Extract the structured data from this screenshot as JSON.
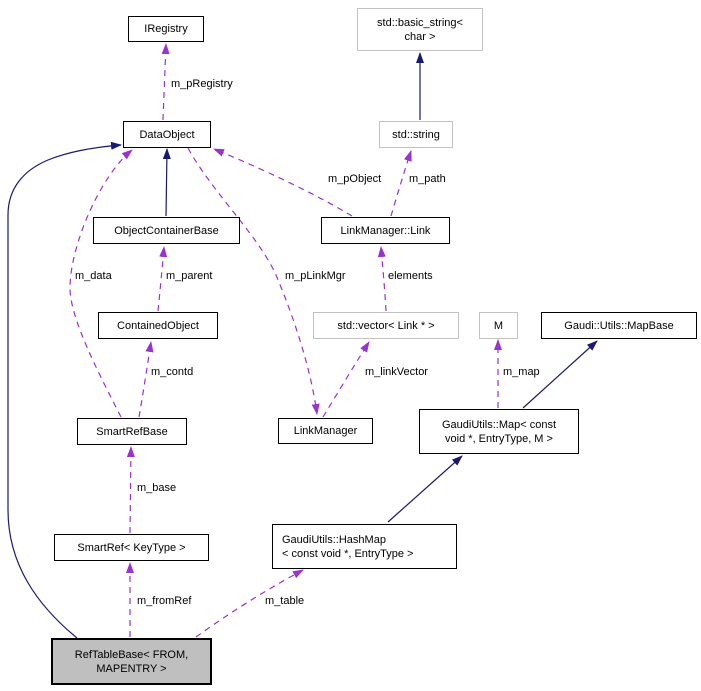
{
  "diagram": {
    "kind": "collaboration-graph",
    "highlighted_node": "RefTableBase< FROM, MAPENTRY >"
  },
  "colors": {
    "background": "#ffffff",
    "inheritance_edge": "#191970",
    "dependency_edge": "#9a32cd",
    "node_border": "#000000",
    "external_node_border": "#c2c2c2",
    "node_fill": "#ffffff",
    "highlighted_node_fill": "#bfbfbf",
    "text": "#000000"
  },
  "nodes": [
    {
      "id": "iregistry",
      "label": "IRegistry",
      "kind": "class"
    },
    {
      "id": "std-basic-string",
      "label": "std::basic_string<\nchar >",
      "kind": "external"
    },
    {
      "id": "dataobject",
      "label": "DataObject",
      "kind": "class"
    },
    {
      "id": "std-string",
      "label": "std::string",
      "kind": "external"
    },
    {
      "id": "objectcontainerbase",
      "label": "ObjectContainerBase",
      "kind": "class"
    },
    {
      "id": "linkmanager-link",
      "label": "LinkManager::Link",
      "kind": "class"
    },
    {
      "id": "containedobject",
      "label": "ContainedObject",
      "kind": "class"
    },
    {
      "id": "std-vector-link",
      "label": "std::vector< Link * >",
      "kind": "external"
    },
    {
      "id": "m",
      "label": "M",
      "kind": "external"
    },
    {
      "id": "gaudi-utils-mapbase",
      "label": "Gaudi::Utils::MapBase",
      "kind": "class"
    },
    {
      "id": "smartrefbase",
      "label": "SmartRefBase",
      "kind": "class"
    },
    {
      "id": "linkmanager",
      "label": "LinkManager",
      "kind": "class"
    },
    {
      "id": "gaudiutils-map",
      "label": "GaudiUtils::Map< const\nvoid *, EntryType, M >",
      "kind": "class"
    },
    {
      "id": "smartref",
      "label": "SmartRef< KeyType >",
      "kind": "class"
    },
    {
      "id": "gaudiutils-hashmap",
      "label": "GaudiUtils::HashMap\n< const void *, EntryType >",
      "kind": "class"
    },
    {
      "id": "reftablebase",
      "label": "RefTableBase< FROM,\nMAPENTRY >",
      "kind": "highlighted"
    }
  ],
  "edges": [
    {
      "from": "DataObject",
      "to": "IRegistry",
      "label": "m_pRegistry",
      "type": "dependency"
    },
    {
      "from": "std::string",
      "to": "std::basic_string< char >",
      "label": "",
      "type": "inheritance"
    },
    {
      "from": "LinkManager::Link",
      "to": "DataObject",
      "label": "m_pObject",
      "type": "dependency"
    },
    {
      "from": "LinkManager::Link",
      "to": "std::string",
      "label": "m_path",
      "type": "dependency"
    },
    {
      "from": "ObjectContainerBase",
      "to": "DataObject",
      "label": "",
      "type": "inheritance"
    },
    {
      "from": "SmartRefBase",
      "to": "DataObject",
      "label": "m_data",
      "type": "dependency"
    },
    {
      "from": "ContainedObject",
      "to": "ObjectContainerBase",
      "label": "m_parent",
      "type": "dependency"
    },
    {
      "from": "DataObject",
      "to": "LinkManager",
      "label": "m_pLinkMgr",
      "type": "dependency"
    },
    {
      "from": "std::vector< Link * >",
      "to": "LinkManager::Link",
      "label": "elements",
      "type": "dependency"
    },
    {
      "from": "SmartRefBase",
      "to": "ContainedObject",
      "label": "m_contd",
      "type": "dependency"
    },
    {
      "from": "LinkManager",
      "to": "std::vector< Link * >",
      "label": "m_linkVector",
      "type": "dependency"
    },
    {
      "from": "GaudiUtils::Map",
      "to": "M",
      "label": "m_map",
      "type": "dependency"
    },
    {
      "from": "GaudiUtils::Map",
      "to": "Gaudi::Utils::MapBase",
      "label": "",
      "type": "inheritance"
    },
    {
      "from": "GaudiUtils::HashMap",
      "to": "GaudiUtils::Map",
      "label": "",
      "type": "inheritance"
    },
    {
      "from": "SmartRef< KeyType >",
      "to": "SmartRefBase",
      "label": "m_base",
      "type": "dependency"
    },
    {
      "from": "RefTableBase",
      "to": "SmartRef< KeyType >",
      "label": "m_fromRef",
      "type": "dependency"
    },
    {
      "from": "RefTableBase",
      "to": "GaudiUtils::HashMap",
      "label": "m_table",
      "type": "dependency"
    },
    {
      "from": "RefTableBase",
      "to": "DataObject",
      "label": "",
      "type": "inheritance"
    }
  ]
}
